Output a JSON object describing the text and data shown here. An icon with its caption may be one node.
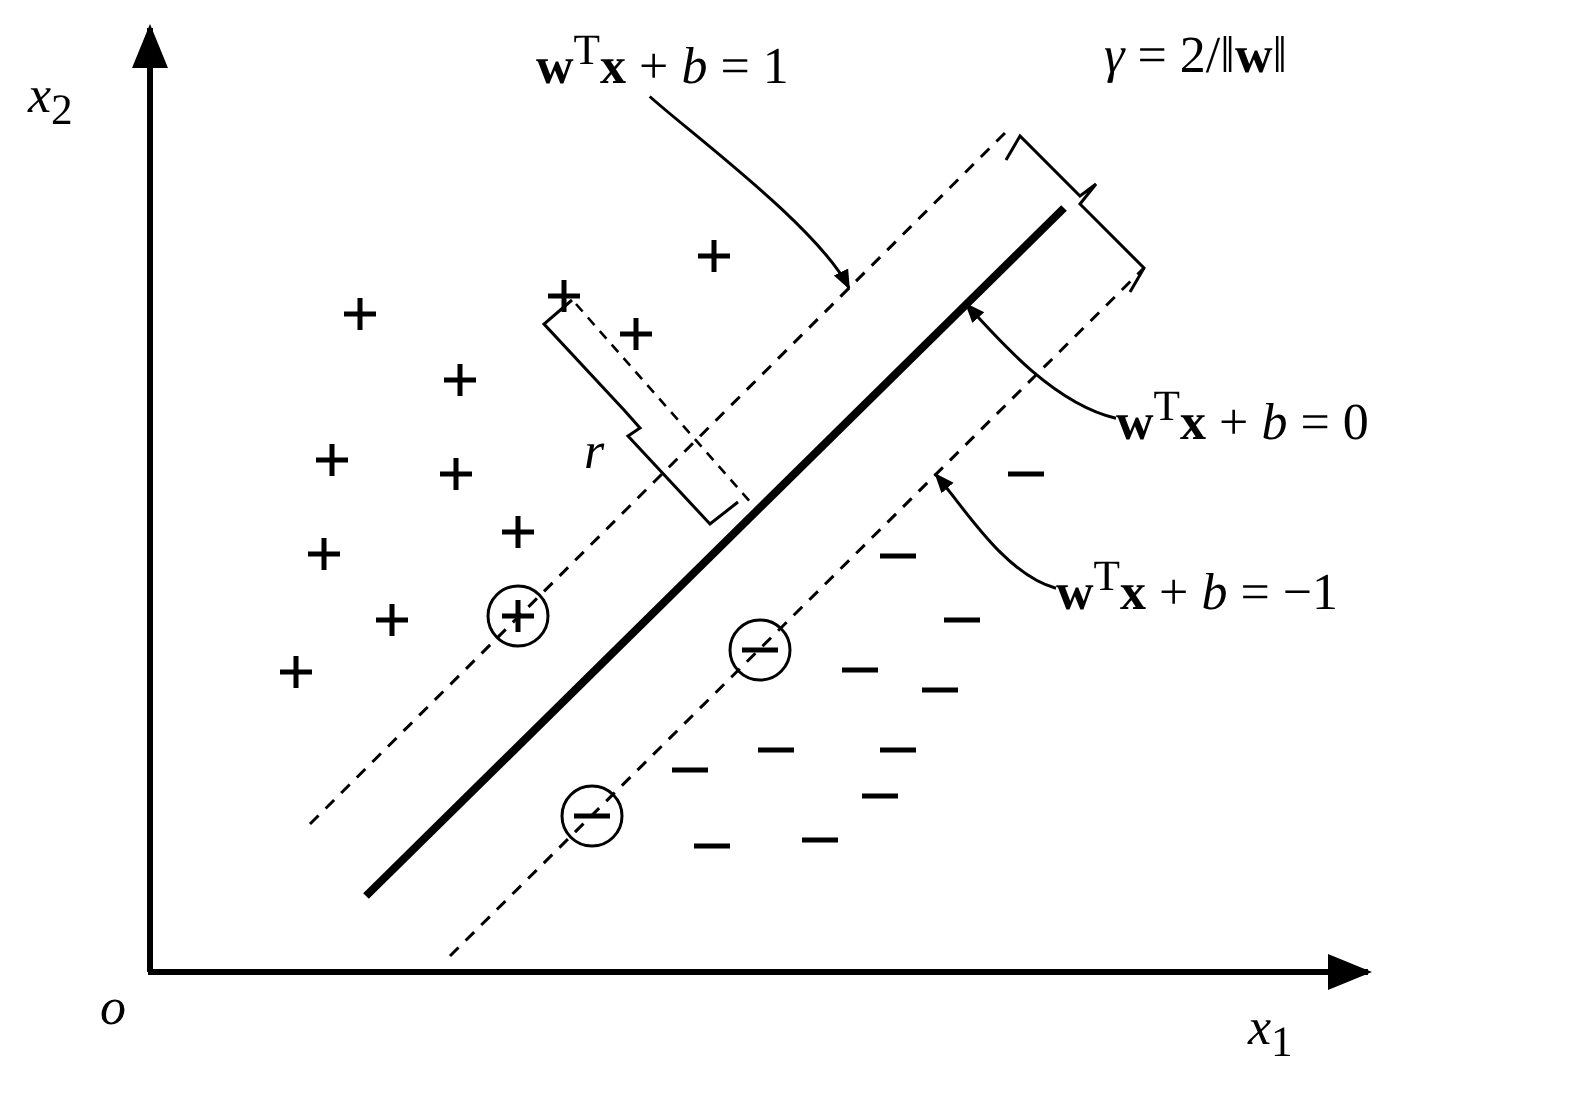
{
  "diagram": {
    "nodes": [
      {
        "text": [
          "**w**$^{T}$**x** + *b* = 1"
        ]
      },
      {
        "text": [],
        "shape": "line"
      },
      {
        "text": [
          "**w**$^{T}$**x** + *b* = 0"
        ]
      },
      {
        "text": [],
        "shape": "line"
      },
      {
        "text": [
          "**w**$^{T}$**x** + *b* = −1"
        ]
      },
      {
        "text": [],
        "shape": "line"
      }
    ],
    "edges": [
      {
        "from": 0,
        "to": 1,
        "arrow": "to"
      },
      {
        "from": 2,
        "to": 3,
        "arrow": "to"
      },
      {
        "from": 4,
        "to": 5,
        "arrow": "to"
      }
    ],
    "labels": [
      "*x*$_{2}$",
      "*γ* = 2/‖**w**‖",
      "*r*",
      "*o*",
      "*x*$_{1}$"
    ]
  }
}
